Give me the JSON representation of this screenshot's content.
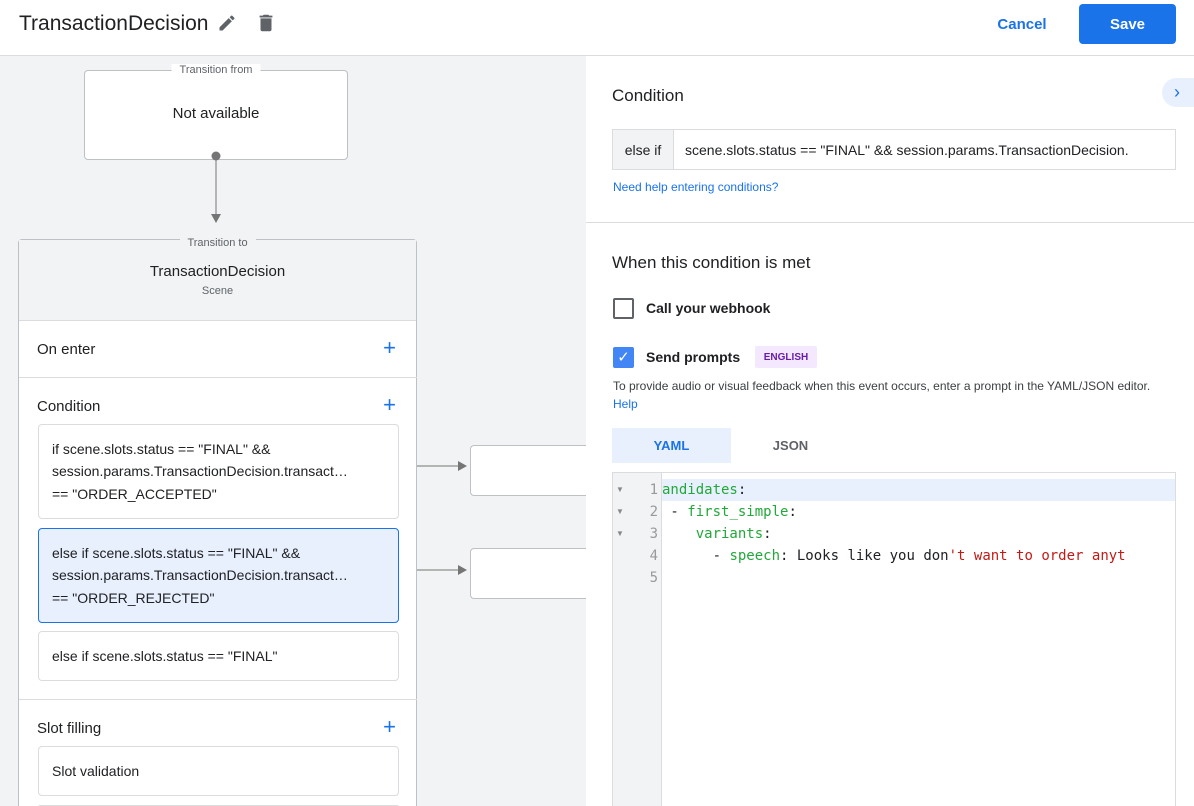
{
  "header": {
    "title": "TransactionDecision",
    "edit_icon": "pencil-icon",
    "delete_icon": "trash-icon",
    "cancel": "Cancel",
    "save": "Save"
  },
  "canvas": {
    "transition_from": {
      "legend": "Transition from",
      "value": "Not available"
    },
    "scene": {
      "legend": "Transition to",
      "name": "TransactionDecision",
      "type": "Scene",
      "on_enter": "On enter",
      "condition": "Condition",
      "slot_filling": "Slot filling",
      "conditions": [
        {
          "line1": "if scene.slots.status == \"FINAL\" &&",
          "line2": "session.params.TransactionDecision.transact…",
          "line3": "== \"ORDER_ACCEPTED\""
        },
        {
          "line1": "else if scene.slots.status == \"FINAL\" &&",
          "line2": "session.params.TransactionDecision.transact…",
          "line3": "== \"ORDER_REJECTED\""
        },
        {
          "line1": "else if scene.slots.status == \"FINAL\""
        }
      ],
      "slot_validation": "Slot validation"
    }
  },
  "panel": {
    "condition_title": "Condition",
    "condition_prefix": "else if",
    "condition_value": "scene.slots.status == \"FINAL\" && session.params.TransactionDecision.",
    "help_link": "Need help entering conditions?",
    "met_title": "When this condition is met",
    "webhook": {
      "label": "Call your webhook",
      "checked": false
    },
    "prompts": {
      "label": "Send prompts",
      "checked": true,
      "badge": "ENGLISH"
    },
    "description": "To provide audio or visual feedback when this event occurs, enter a prompt in the YAML/JSON editor.",
    "description_link": "Help",
    "tabs": [
      {
        "label": "YAML",
        "active": true
      },
      {
        "label": "JSON",
        "active": false
      }
    ],
    "editor": {
      "line_numbers": [
        "1",
        "2",
        "3",
        "4",
        "5"
      ],
      "l1_key": "andidates",
      "colon": ":",
      "l2_dash": " - ",
      "l2_key": "first_simple",
      "l3_key": "variants",
      "l4_dash": "- ",
      "l4_key": "speech",
      "l4_plain": " Looks like you don",
      "l4_str": "'t want to order anyt"
    },
    "colors": {
      "accent": "#1a73e8",
      "selected_bg": "#e8f0fe",
      "badge_bg": "#f3e8fd",
      "badge_text": "#681da8"
    }
  }
}
